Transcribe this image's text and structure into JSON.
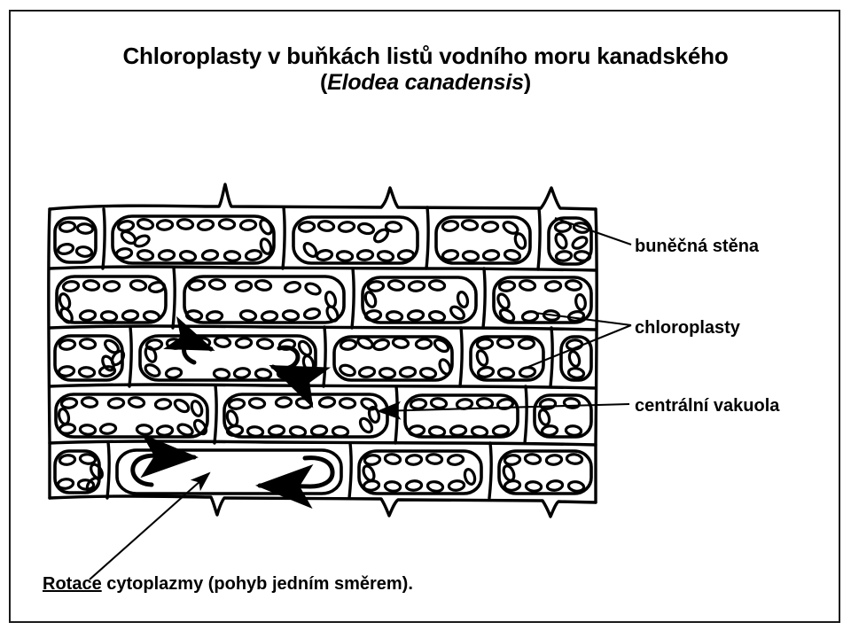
{
  "slide": {
    "title_line1": "Chloroplasty v buňkách listů vodního moru kanadského",
    "title_sci_open": "(",
    "title_sci_name": "Elodea canadensis",
    "title_sci_close": ")",
    "background_color": "#ffffff",
    "ink_color": "#000000",
    "frame_color": "#1a1a1a"
  },
  "labels": {
    "cell_wall": "buněčná stěna",
    "chloroplasts": "chloroplasty",
    "central_vacuole": "centrální vakuola"
  },
  "caption": {
    "underlined_word": "Rotace",
    "rest": " cytoplazmy (pohyb jedním směrem)."
  },
  "figure": {
    "description": "hand-drawn-elodea-leaf-cells",
    "rows": 5,
    "cell_fill": "#ffffff",
    "streaming_arrow_count": 4
  }
}
